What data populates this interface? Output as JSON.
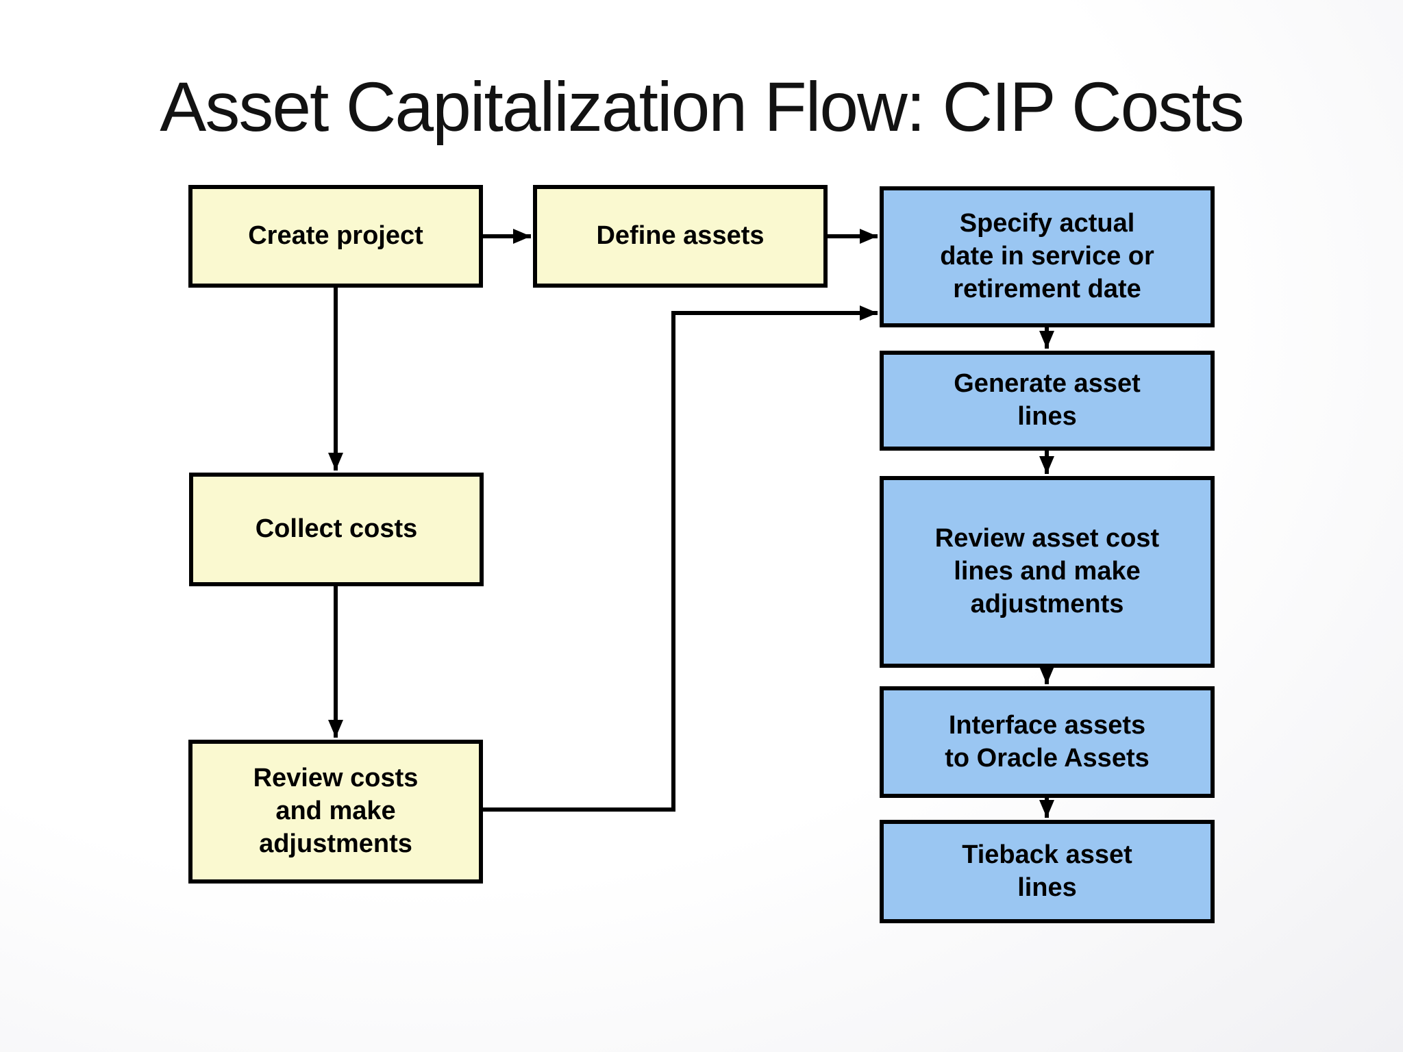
{
  "title": "Asset Capitalization Flow: CIP Costs",
  "colors": {
    "node_yellow_fill": "#FAF9D0",
    "node_blue_fill": "#9AC6F2",
    "outline": "#000000",
    "title_color": "#121212",
    "background": "#FFFFFF"
  },
  "diagram": {
    "type": "flowchart",
    "nodes": {
      "create_project": {
        "label": "Create project",
        "color": "yellow"
      },
      "define_assets": {
        "label": "Define assets",
        "color": "yellow"
      },
      "collect_costs": {
        "label": "Collect costs",
        "color": "yellow"
      },
      "review_costs": {
        "label": "Review costs\nand make\nadjustments",
        "color": "yellow"
      },
      "specify_date": {
        "label": "Specify actual\ndate in service or\nretirement date",
        "color": "blue"
      },
      "generate_lines": {
        "label": "Generate asset\nlines",
        "color": "blue"
      },
      "review_asset_cost": {
        "label": "Review asset cost\nlines and make\nadjustments",
        "color": "blue"
      },
      "interface_assets": {
        "label": "Interface assets\nto Oracle Assets",
        "color": "blue"
      },
      "tieback_lines": {
        "label": "Tieback asset\nlines",
        "color": "blue"
      }
    },
    "edges": [
      {
        "from": "create_project",
        "to": "define_assets"
      },
      {
        "from": "define_assets",
        "to": "specify_date"
      },
      {
        "from": "create_project",
        "to": "collect_costs"
      },
      {
        "from": "collect_costs",
        "to": "review_costs"
      },
      {
        "from": "review_costs",
        "to": "specify_date"
      },
      {
        "from": "specify_date",
        "to": "generate_lines"
      },
      {
        "from": "generate_lines",
        "to": "review_asset_cost"
      },
      {
        "from": "review_asset_cost",
        "to": "interface_assets"
      },
      {
        "from": "interface_assets",
        "to": "tieback_lines"
      }
    ]
  }
}
